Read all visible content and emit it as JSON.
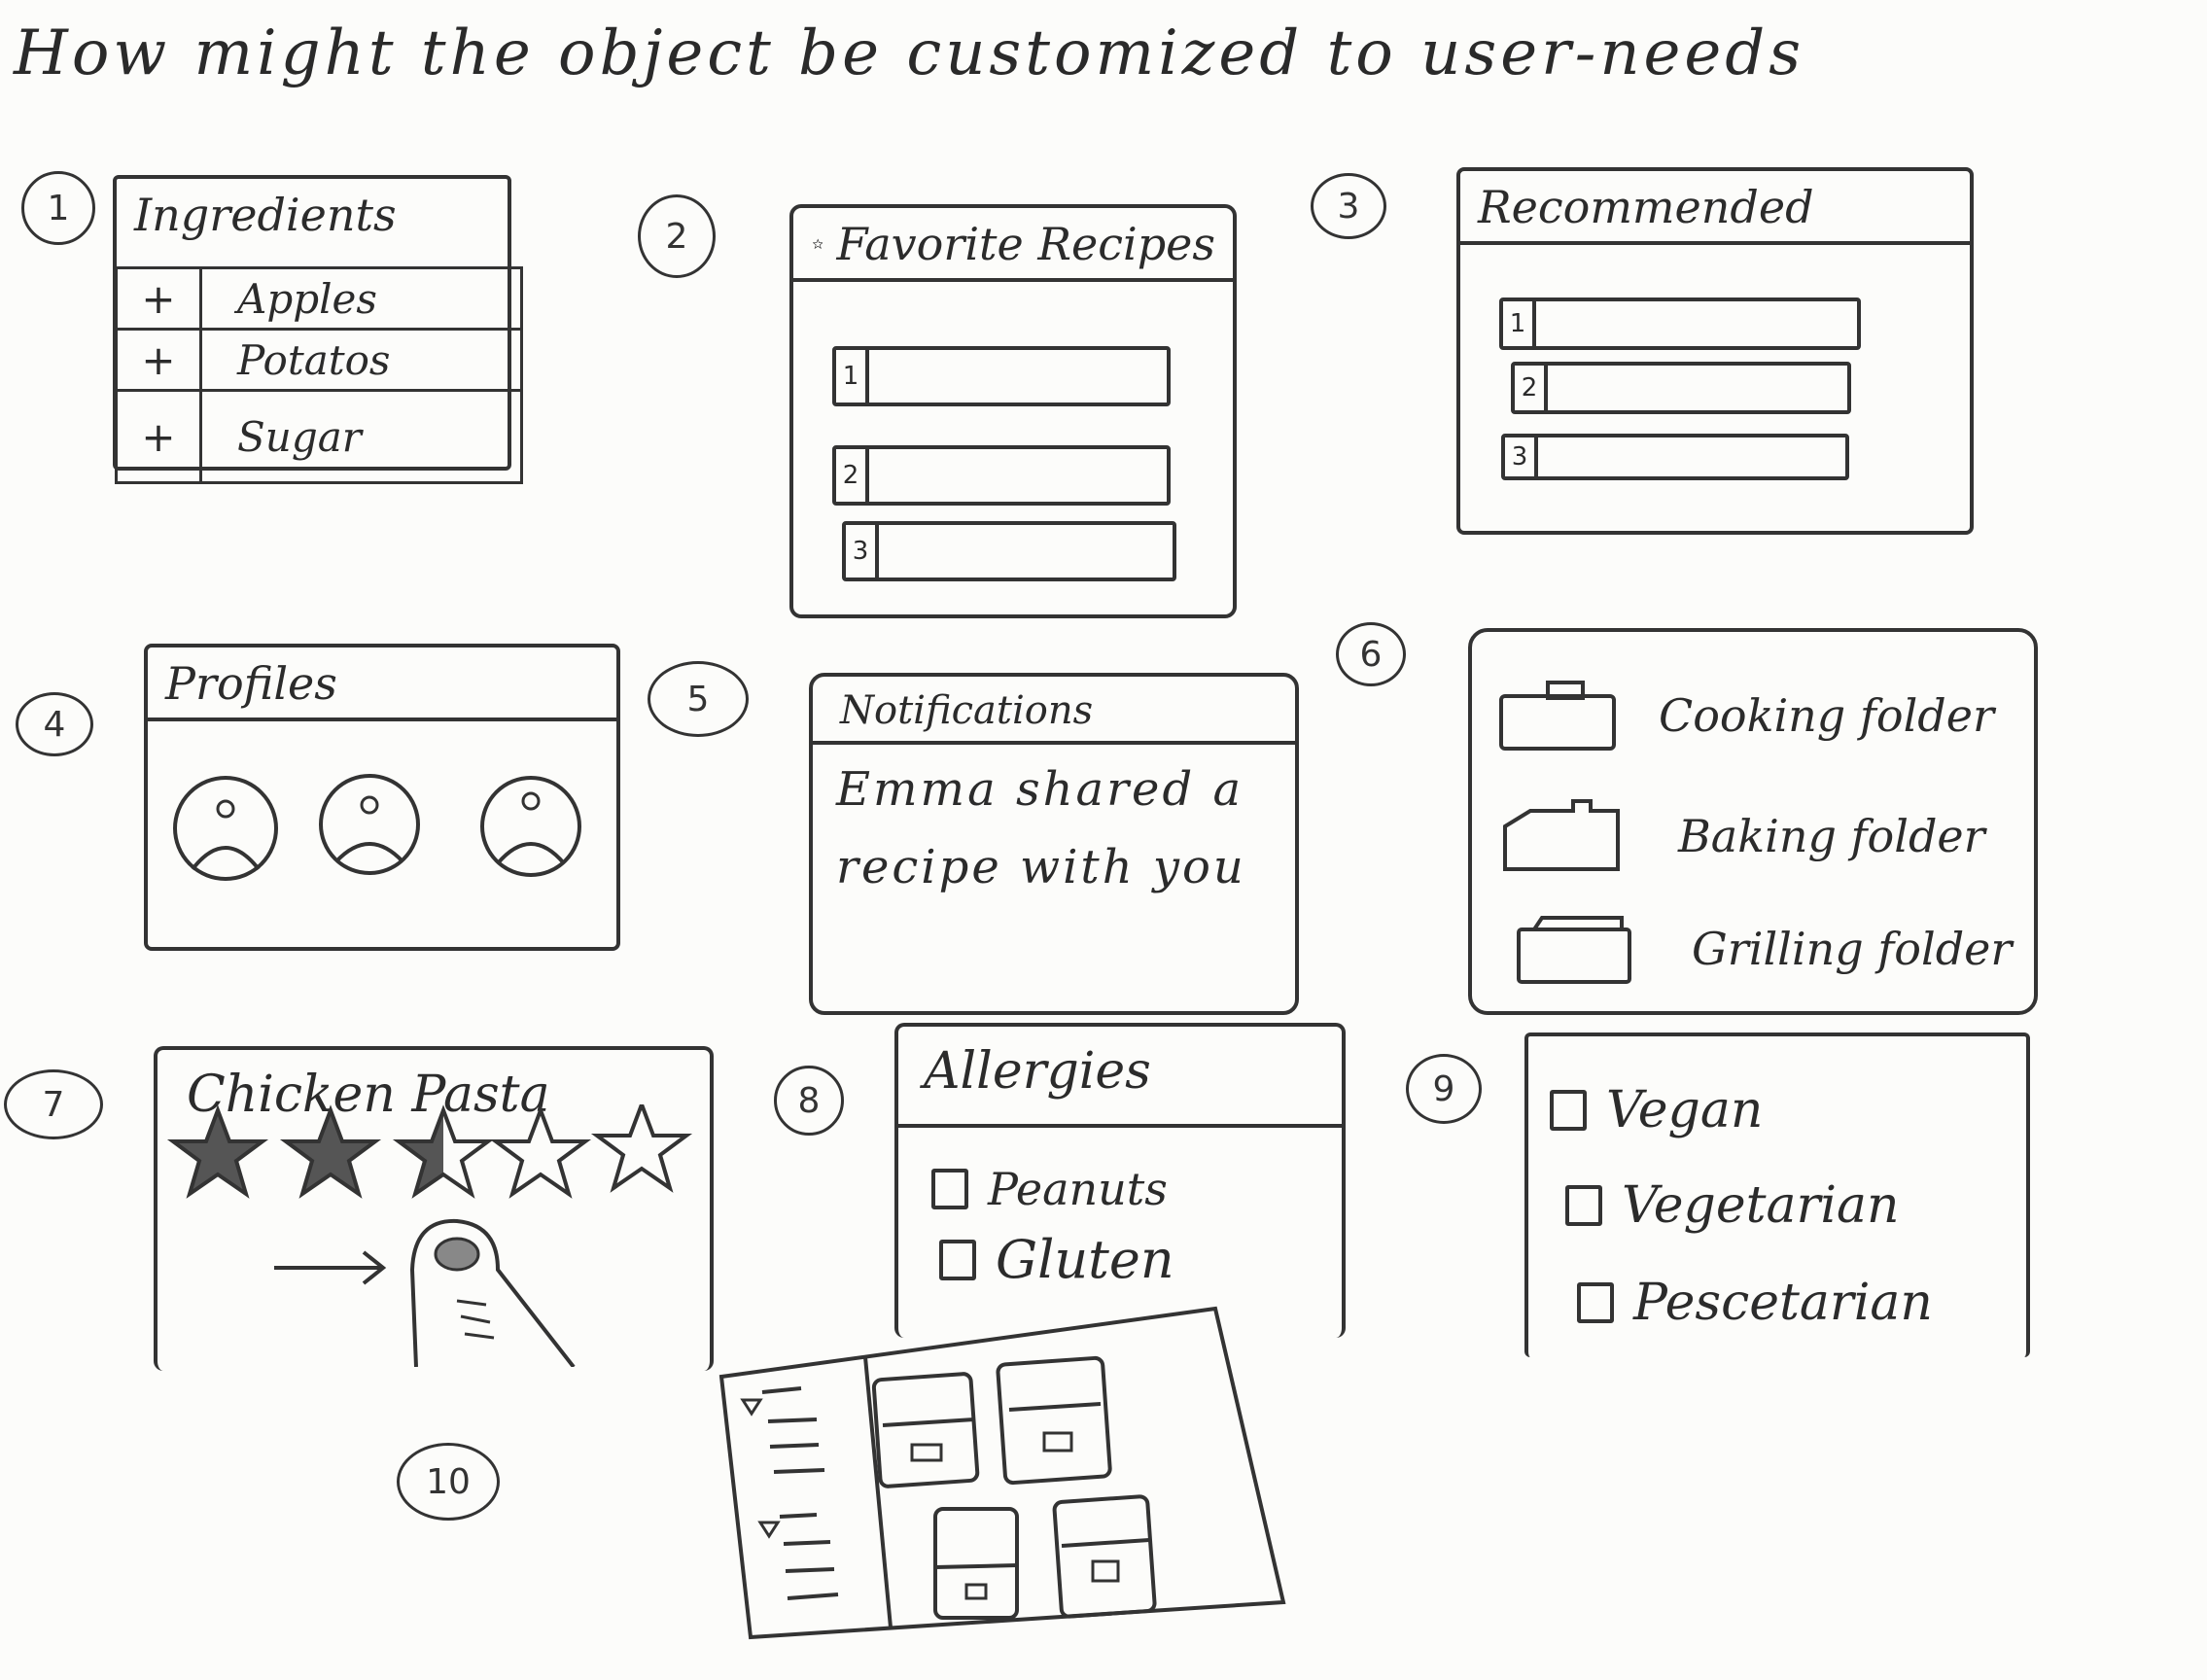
{
  "title": "How might the object be customized to user-needs",
  "panels": {
    "ingredients": {
      "number": "1",
      "header": "Ingredients",
      "items": [
        {
          "action": "+",
          "name": "Apples"
        },
        {
          "action": "+",
          "name": "Potatos"
        },
        {
          "action": "+",
          "name": "Sugar"
        }
      ]
    },
    "favorites": {
      "number": "2",
      "header": "Favorite Recipes",
      "rows": [
        "1",
        "2",
        "3"
      ]
    },
    "recommended": {
      "number": "3",
      "header": "Recommended",
      "rows": [
        "1",
        "2",
        "3"
      ]
    },
    "profiles": {
      "number": "4",
      "header": "Profiles"
    },
    "notifications": {
      "number": "5",
      "header": "Notifications",
      "message": "Emma shared a recipe with you"
    },
    "folders": {
      "number": "6",
      "items": [
        "Cooking folder",
        "Baking folder",
        "Grilling folder"
      ]
    },
    "rating": {
      "number": "7",
      "title": "Chicken Pasta",
      "stars_filled": 2.5,
      "stars_total": 5
    },
    "allergies": {
      "number": "8",
      "header": "Allergies",
      "items": [
        "Peanuts",
        "Gluten"
      ]
    },
    "diets": {
      "number": "9",
      "items": [
        "Vegan",
        "Vegetarian",
        "Pescetarian"
      ]
    },
    "layout": {
      "number": "10"
    }
  }
}
